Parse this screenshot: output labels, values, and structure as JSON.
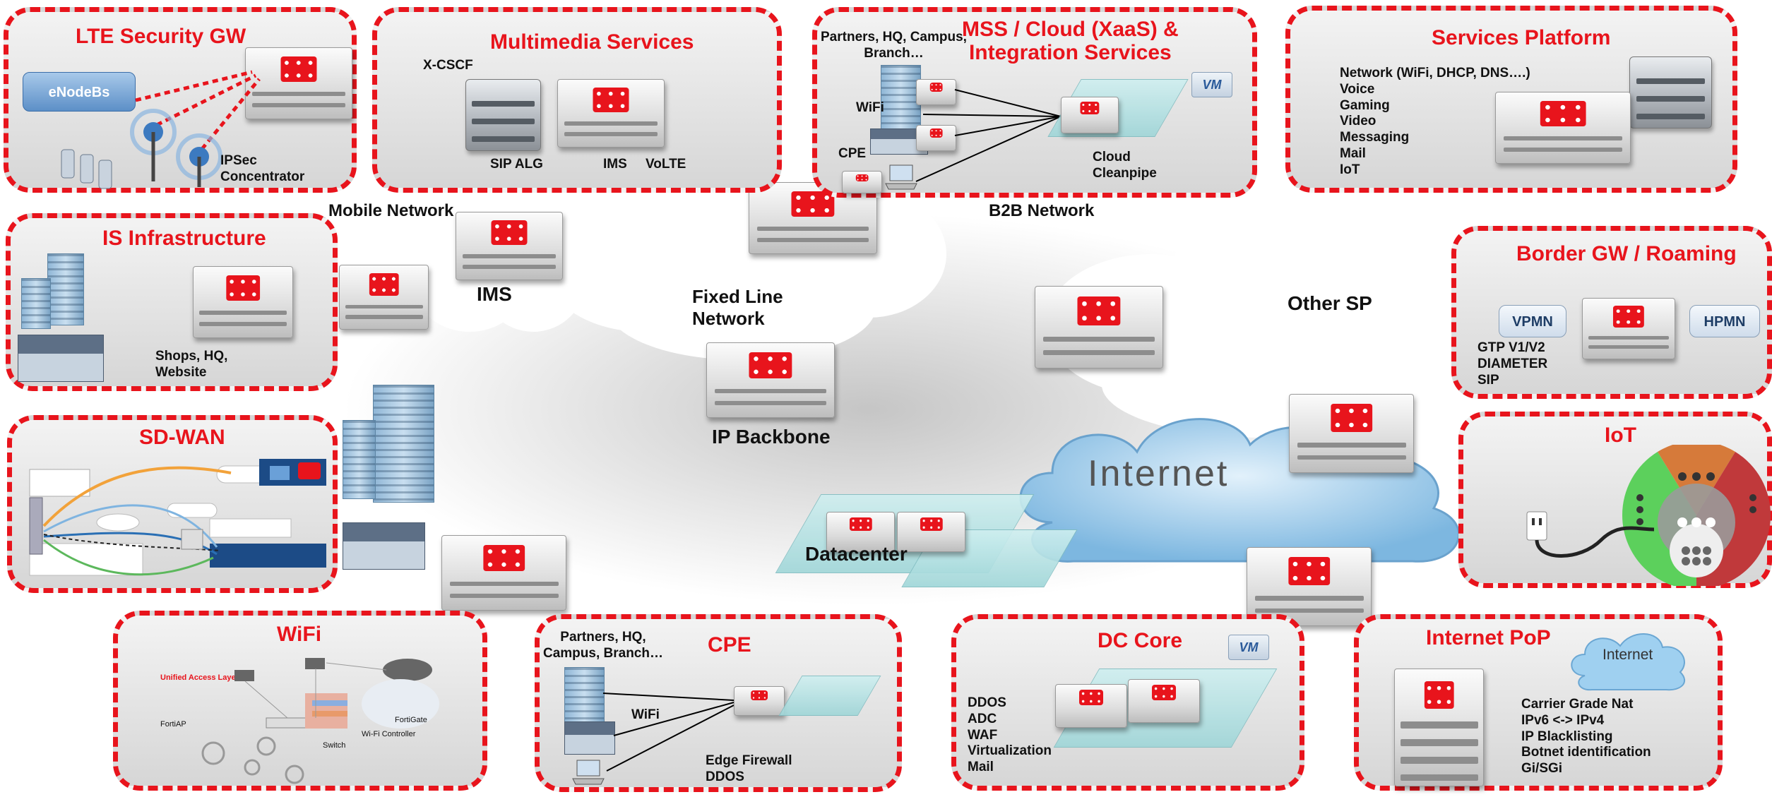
{
  "boxes": {
    "lte": {
      "title": "LTE Security GW",
      "enodebs": "eNodeBs",
      "ipsec": [
        "IPSec",
        "Concentrator"
      ]
    },
    "multimedia": {
      "title": "Multimedia Services",
      "xcscf": "X-CSCF",
      "sip_alg": "SIP ALG",
      "ims": "IMS",
      "volte": "VoLTE"
    },
    "mss": {
      "title": [
        "MSS / Cloud (XaaS) &",
        "Integration Services"
      ],
      "partners": [
        "Partners, HQ, Campus,",
        "Branch…"
      ],
      "wifi": "WiFi",
      "cpe": "CPE",
      "cloud": [
        "Cloud",
        "Cleanpipe"
      ],
      "vm": "VM"
    },
    "services": {
      "title": "Services Platform",
      "items": [
        "Network (WiFi, DHCP, DNS….)",
        "Voice",
        "Gaming",
        "Video",
        "Messaging",
        "Mail",
        "IoT"
      ]
    },
    "is_infra": {
      "title": "IS Infrastructure",
      "label": [
        "Shops, HQ,",
        "Website"
      ]
    },
    "border": {
      "title": "Border GW / Roaming",
      "vpmn": "VPMN",
      "hpmn": "HPMN",
      "items": [
        "GTP V1/V2",
        "DIAMETER",
        "SIP"
      ]
    },
    "sdwan": {
      "title": "SD-WAN"
    },
    "iot": {
      "title": "IoT"
    },
    "wifi": {
      "title": "WiFi",
      "unified": "Unified Access Layer",
      "fortiap": "FortiAP",
      "fortigate": "FortiGate",
      "switch": "Switch",
      "controller": "Wi-Fi Controller"
    },
    "cpe": {
      "title": "CPE",
      "partners": [
        "Partners, HQ,",
        "Campus, Branch…"
      ],
      "wifi": "WiFi",
      "edge": [
        "Edge Firewall",
        "DDOS"
      ]
    },
    "dccore": {
      "title": "DC Core",
      "vm": "VM",
      "items": [
        "DDOS",
        "ADC",
        "WAF",
        "Virtualization",
        "Mail"
      ]
    },
    "pop": {
      "title": "Internet PoP",
      "internet": "Internet",
      "items": [
        "Carrier  Grade  Nat",
        "IPv6 <-> IPv4",
        "IP Blacklisting",
        "Botnet identification",
        "Gi/SGi"
      ]
    }
  },
  "network": {
    "mobile": "Mobile Network",
    "ims": "IMS",
    "fixed": [
      "Fixed Line",
      "Network"
    ],
    "b2b": "B2B Network",
    "other_sp": "Other SP",
    "ip_backbone": "IP Backbone",
    "internet": "Internet",
    "datacenter": "Datacenter"
  },
  "colors": {
    "accent": "#e8141c",
    "internet_cloud": "#8ec3e6"
  }
}
